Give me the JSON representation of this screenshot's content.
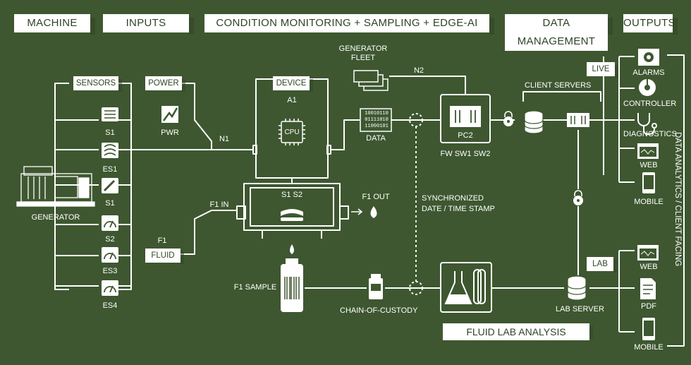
{
  "headers": {
    "machine": "MACHINE",
    "inputs": "INPUTS",
    "monitoring": "CONDITION MONITORING + SAMPLING + EDGE-AI",
    "data_management": "DATA MANAGEMENT",
    "outputs": "OUTPUTS"
  },
  "tags": {
    "sensors": "SENSORS",
    "power": "POWER",
    "device": "DEVICE",
    "fluid": "FLUID",
    "live": "LIVE",
    "lab": "LAB",
    "fluid_lab_analysis": "FLUID LAB ANALYSIS"
  },
  "labels": {
    "generator": "GENERATOR",
    "sensor_s1_top": "S1",
    "sensor_es1": "ES1",
    "sensor_s1": "S1",
    "sensor_s2": "S2",
    "sensor_es3": "ES3",
    "sensor_es4": "ES4",
    "pwr": "PWR",
    "n1": "N1",
    "f1": "F1",
    "f1_in": "F1 IN",
    "f1_out": "F1 OUT",
    "a1": "A1",
    "cpu": "CPU",
    "s1_s2": "S1 S2",
    "data": "DATA",
    "binary": [
      "10010110",
      "01111010",
      "11000101"
    ],
    "generator_fleet": "GENERATOR\nFLEET",
    "n2": "N2",
    "pc2": "PC2",
    "fw_sw": "FW SW1 SW2",
    "sync_line1": "SYNCHRONIZED",
    "sync_line2": "DATE / TIME STAMP",
    "f1_sample": "F1 SAMPLE",
    "chain_of_custody": "CHAIN-OF-CUSTODY",
    "client_servers": "CLIENT SERVERS",
    "lab_server": "LAB SERVER",
    "alarms": "ALARMS",
    "controller": "CONTROLLER",
    "diagnostics": "DIAGNOSTICS",
    "web_live": "WEB",
    "mobile_live": "MOBILE",
    "web_lab": "WEB",
    "pdf": "PDF",
    "mobile_lab": "MOBILE",
    "data_analytics": "DATA ANALYTICS / CLIENT FACING"
  },
  "colors": {
    "background": "#3e5730",
    "foreground": "#ffffff",
    "header_text": "#2f4426"
  }
}
